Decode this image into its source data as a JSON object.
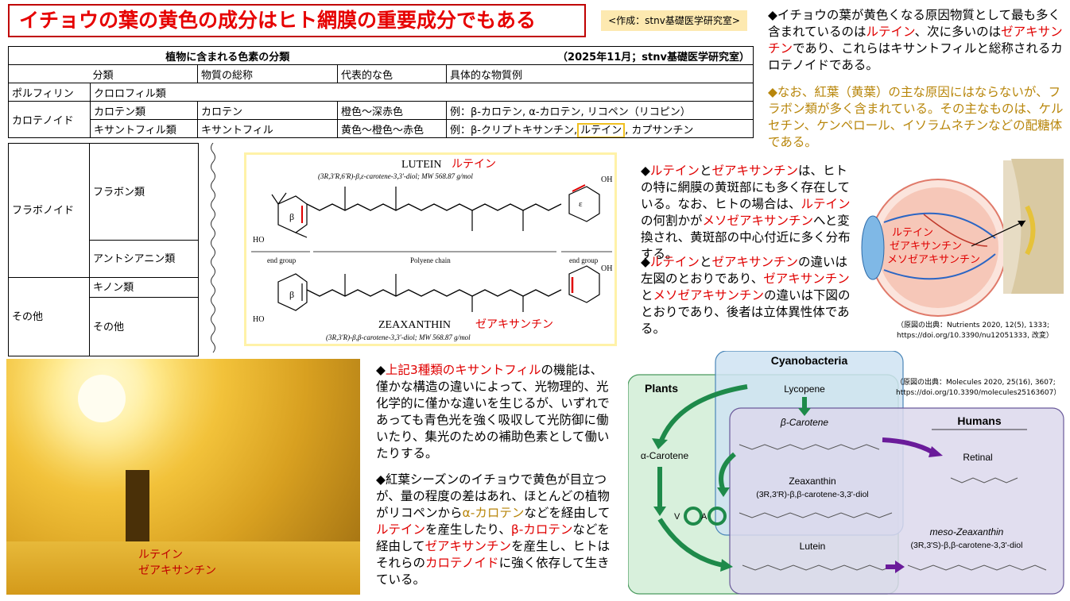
{
  "title": "イチョウの葉の黄色の成分はヒト網膜の重要成分でもある",
  "author": "<作成：stnv基礎医学研究室>",
  "table": {
    "caption": "植物に含まれる色素の分類",
    "date": "（2025年11月；stnv基礎医学研究室）",
    "headers": [
      "分類",
      "物質の総称",
      "代表的な色",
      "具体的な物質例"
    ],
    "porphyrin": {
      "group": "ポルフィリン",
      "sub": "クロロフィル類"
    },
    "carotenoid": {
      "group": "カロテノイド",
      "rows": [
        {
          "sub": "カロテン類",
          "general": "カロテン",
          "color": "橙色～深赤色",
          "example": "例：β-カロテン, α-カロテン, リコペン（リコピン）"
        },
        {
          "sub": "キサントフィル類",
          "general": "キサントフィル",
          "color": "黄色～橙色～赤色",
          "example_pre": "例：β-クリプトキサンチン,",
          "example_hl": "ルテイン",
          "example_post": ", カプサンチン"
        }
      ]
    },
    "flavonoid": {
      "group": "フラボノイド",
      "sub1": "フラボン類",
      "sub2": "アントシアニン類"
    },
    "other": {
      "group": "その他",
      "sub1": "キノン類",
      "sub2": "その他"
    }
  },
  "lutein": {
    "name": "LUTEIN",
    "name_jp": "ルテイン",
    "formula": "(3R,3'R,6'R)-β,ε-carotene-3,3'-diol;  MW 568.87 g/mol",
    "end_group_left": "end group",
    "polyene": "Polyene chain",
    "end_group_right": "end group",
    "beta": "β",
    "epsilon": "ε",
    "oh": "HO",
    "oh2": "OH"
  },
  "zeaxanthin": {
    "name": "ZEAXANTHIN",
    "name_jp": "ゼアキサンチン",
    "formula": "(3R,3'R)-β,β-carotene-3,3'-diol;  MW 568.87 g/mol",
    "beta": "β",
    "oh": "HO",
    "oh2": "OH"
  },
  "para1": {
    "t1": "◆イチョウの葉が黄色くなる原因物質として最も多く含まれているのは",
    "r1": "ルテイン",
    "t2": "、次に多いのは",
    "r2": "ゼアキサンチン",
    "t3": "であり、これらはキサントフィルと総称されるカロテノイドである。"
  },
  "para2": "◆なお、紅葉（黄葉）の主な原因にはならないが、フラボン類が多く含まれている。その主なものは、ケルセチン、ケンペロール、イソラムネチンなどの配糖体である。",
  "para3": {
    "t1": "◆",
    "r1": "ルテイン",
    "t2": "と",
    "r2": "ゼアキサンチン",
    "t3": "は、ヒトの特に網膜の黄斑部にも多く存在している。なお、ヒトの場合は、",
    "r3": "ルテイン",
    "t4": "の何割かが",
    "r4": "メソゼアキサンチン",
    "t5": "へと変換され、黄斑部の中心付近に多く分布する。"
  },
  "para4": {
    "t1": "◆",
    "r1": "ルテイン",
    "t2": "と",
    "r2": "ゼアキサンチン",
    "t3": "の違いは左図のとおりであり、",
    "r3": "ゼアキサンチン",
    "t4": "と",
    "r4": "メソゼアキサンチン",
    "t5": "の違いは下図のとおりであり、後者は立体異性体である。"
  },
  "eye_labels": [
    "ルテイン",
    "ゼアキサンチン",
    "メソゼアキサンチン"
  ],
  "source1": "（原図の出典：Nutrients 2020, 12(5), 1333; https://doi.org/10.3390/nu12051333, 改変）",
  "source2": "（原図の出典：Molecules 2020, 25(16), 3607; https://doi.org/10.3390/molecules25163607）",
  "para5": {
    "t1": "◆",
    "r1": "上記3種類のキサントフィル",
    "t2": "の機能は、僅かな構造の違いによって、光物理的、光化学的に僅かな違いを生じるが、いずれであっても青色光を強く吸収して光防御に働いたり、集光のための補助色素として働いたりする。"
  },
  "para6": {
    "t1": "◆紅葉シーズンのイチョウで黄色が目立つが、量の程度の差はあれ、ほとんどの植物がリコペンから",
    "g1": "α-カロテン",
    "t2": "などを経由して",
    "r1": "ルテイン",
    "t3": "を産生したり、",
    "r2": "β-カロテン",
    "t4": "などを経由して",
    "r3": "ゼアキサンチン",
    "t5": "を産生し、ヒトはそれらの",
    "r4": "カロテノイド",
    "t6": "に強く依存して生きている。"
  },
  "photo_labels": [
    "ルテイン",
    "ゼアキサンチン"
  ],
  "diagram": {
    "cyano": "Cyanobacteria",
    "plants": "Plants",
    "humans": "Humans",
    "lycopene": "Lycopene",
    "bcarotene": "β-Carotene",
    "acarotene": "α-Carotene",
    "retinal": "Retinal",
    "zeaxanthin": "Zeaxanthin",
    "zeaxanthin_f": "(3R,3'R)-β,β-carotene-3,3'-diol",
    "lutein": "Lutein",
    "meso": "meso-Zeaxanthin",
    "meso_f": "(3R,3'S)-β,β-carotene-3,3'-diol",
    "v": "V",
    "a": "A"
  },
  "colors": {
    "red": "#e00000",
    "gold": "#b8860b",
    "arrow_green": "#1e8a4a",
    "arrow_purple": "#6a1b9a",
    "cyano_fill": "#cfe3f2",
    "plants_fill": "#d8f0dc",
    "humans_fill": "#dcd8ec"
  }
}
